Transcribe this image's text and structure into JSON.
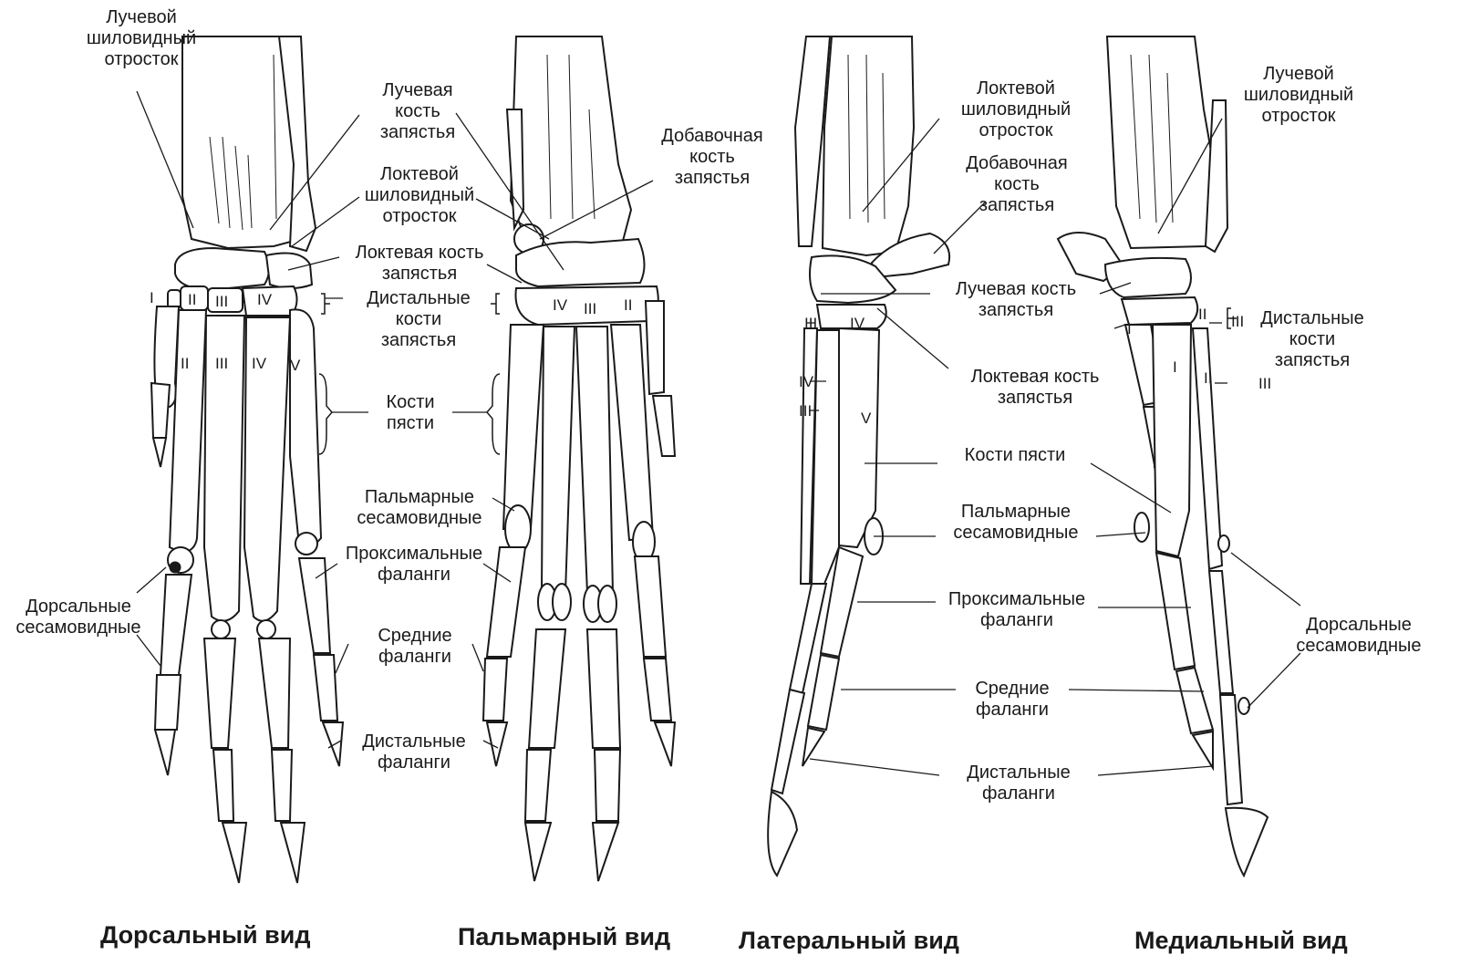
{
  "views": {
    "dorsal": "Дорсальный вид",
    "palmar": "Пальмарный вид",
    "lateral": "Латеральный вид",
    "medial": "Медиальный вид"
  },
  "labels": {
    "radial_styloid": "Лучевой\nшиловидный\nотросток",
    "radial_carpal": "Лучевая\nкость\nзапястья",
    "radial_carpal_two_line": "Лучевая кость\nзапястья",
    "ulnar_styloid": "Локтевой\nшиловидный\nотросток",
    "ulnar_carpal": "Локтевая кость\nзапястья",
    "accessory_carpal": "Добавочная\nкость\nзапястья",
    "distal_carpals": "Дистальные\nкости\nзапястья",
    "metacarpals": "Кости\nпясти",
    "metacarpals_one_line": "Кости пясти",
    "palmar_sesamoids": "Пальмарные\nсесамовидные",
    "proximal_phalanges": "Проксимальные\nфаланги",
    "middle_phalanges": "Средние\nфаланги",
    "distal_phalanges": "Дистальные\nфаланги",
    "dorsal_sesamoids": "Дорсальные\nсесамовидные"
  },
  "numerals": {
    "I": "I",
    "II": "II",
    "III": "III",
    "IV": "IV",
    "V": "V"
  },
  "colors": {
    "ink": "#1a1a1a",
    "paper": "#ffffff"
  }
}
